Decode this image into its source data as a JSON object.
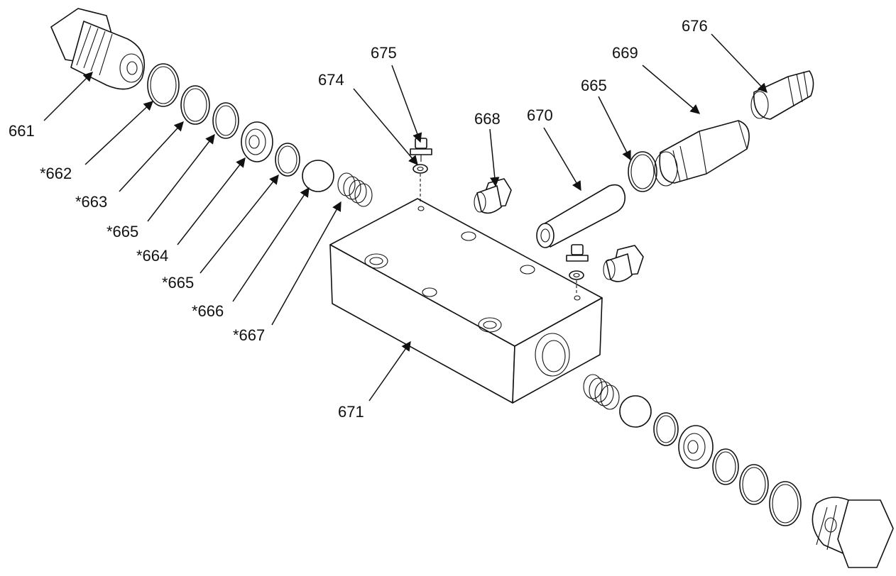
{
  "diagram": {
    "labels": {
      "p661": "661",
      "p662": "*662",
      "p663": "*663",
      "p665a": "*665",
      "p664": "*664",
      "p665b": "*665",
      "p666": "*666",
      "p667": "*667",
      "p671": "671",
      "p674": "674",
      "p675": "675",
      "p668": "668",
      "p670": "670",
      "p665c": "665",
      "p669": "669",
      "p676": "676"
    }
  }
}
